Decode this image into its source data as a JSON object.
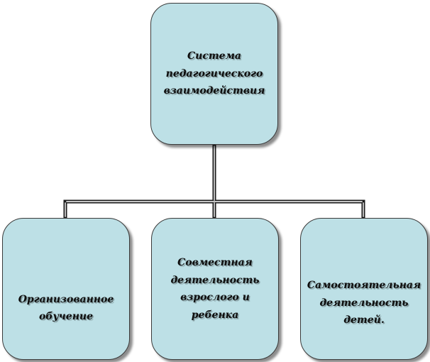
{
  "diagram": {
    "root": {
      "label": "Система\nпедагогического\nвзаимодействия"
    },
    "children": [
      {
        "label": "Организованное\nобучение"
      },
      {
        "label": "Совместная\nдеятельность\nвзрослого и\nребенка"
      },
      {
        "label": "Самостоятельная\nдеятельность\nдетей."
      }
    ],
    "colors": {
      "box_fill": "#bde0e6",
      "box_border": "#3a3a3a",
      "connector": "#1a1a1a"
    }
  }
}
